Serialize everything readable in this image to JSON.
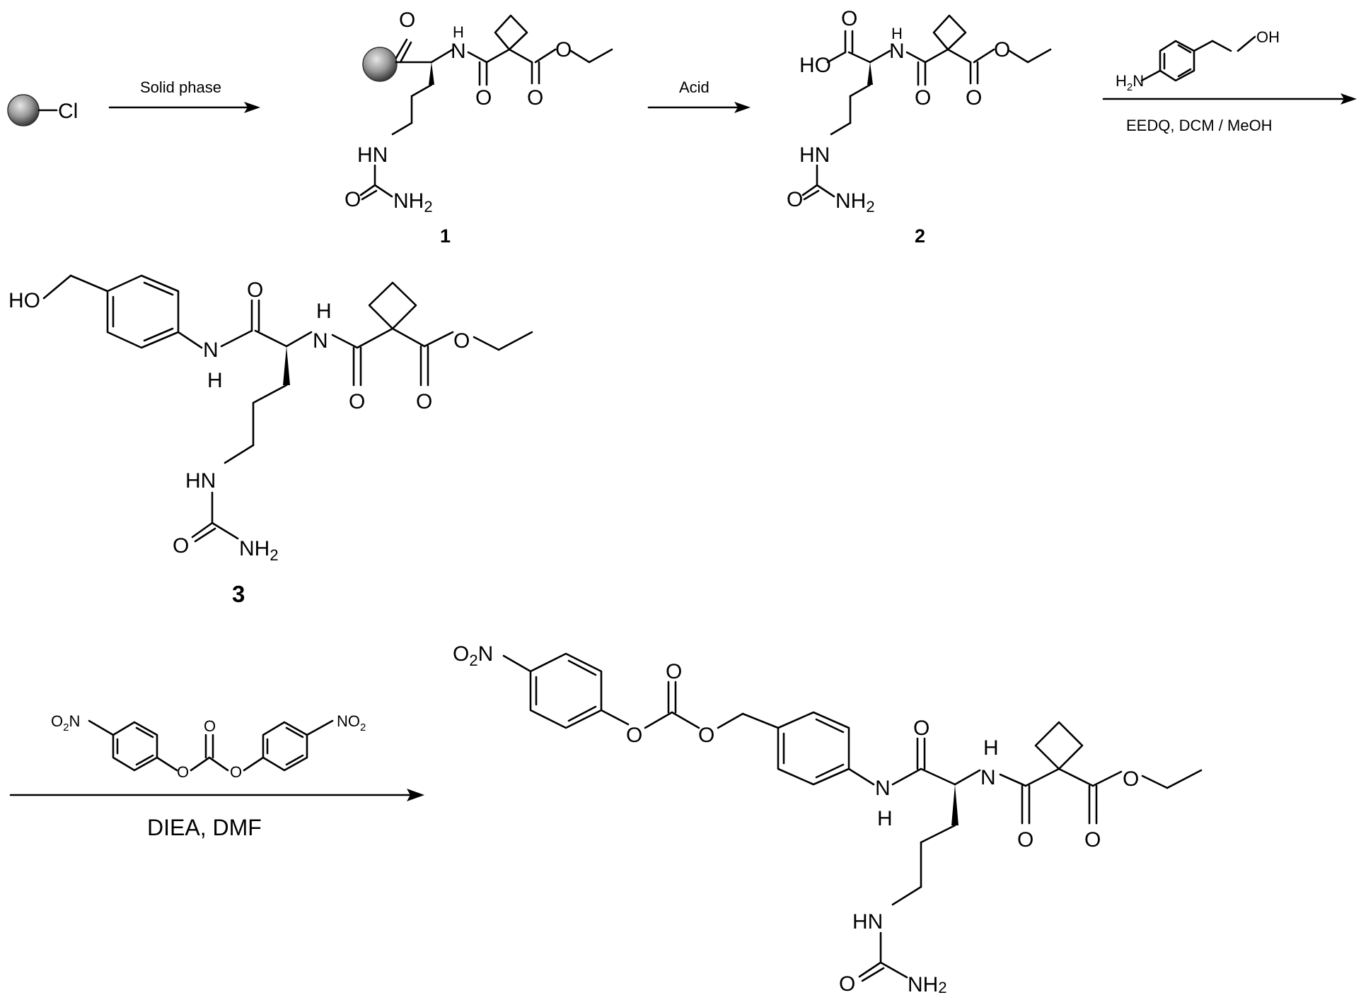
{
  "reagents": {
    "chloride": "Cl",
    "step1": "Solid phase",
    "step2": "Acid",
    "step3": "EEDQ, DCM / MeOH",
    "step4": "DIEA, DMF",
    "aminobenzyl_oh": "OH",
    "aminobenzyl_nh2": "H",
    "aminobenzyl_n": "N",
    "np_carbonate_left": "O",
    "np_carbonate_left_n": "N",
    "np_carbonate_right": "NO",
    "carbonate_o": "O"
  },
  "compounds": {
    "c1": {
      "number": "1",
      "nh": "H",
      "n": "N",
      "o": "O",
      "hn": "HN",
      "nh2": "NH",
      "sub2": "2"
    },
    "c2": {
      "number": "2",
      "ho": "HO",
      "nh": "H",
      "n": "N",
      "o": "O",
      "hn": "HN",
      "nh2": "NH",
      "sub2": "2"
    },
    "c3": {
      "number": "3",
      "ho": "HO",
      "nh": "H",
      "n": "N",
      "o": "O",
      "hn": "HN",
      "nh2": "NH",
      "sub2": "2"
    },
    "c4": {
      "o2n_o": "O",
      "o2n_n": "N",
      "sub2": "2",
      "o": "O",
      "nh": "H",
      "n": "N",
      "hn": "HN",
      "nh2": "NH"
    }
  }
}
